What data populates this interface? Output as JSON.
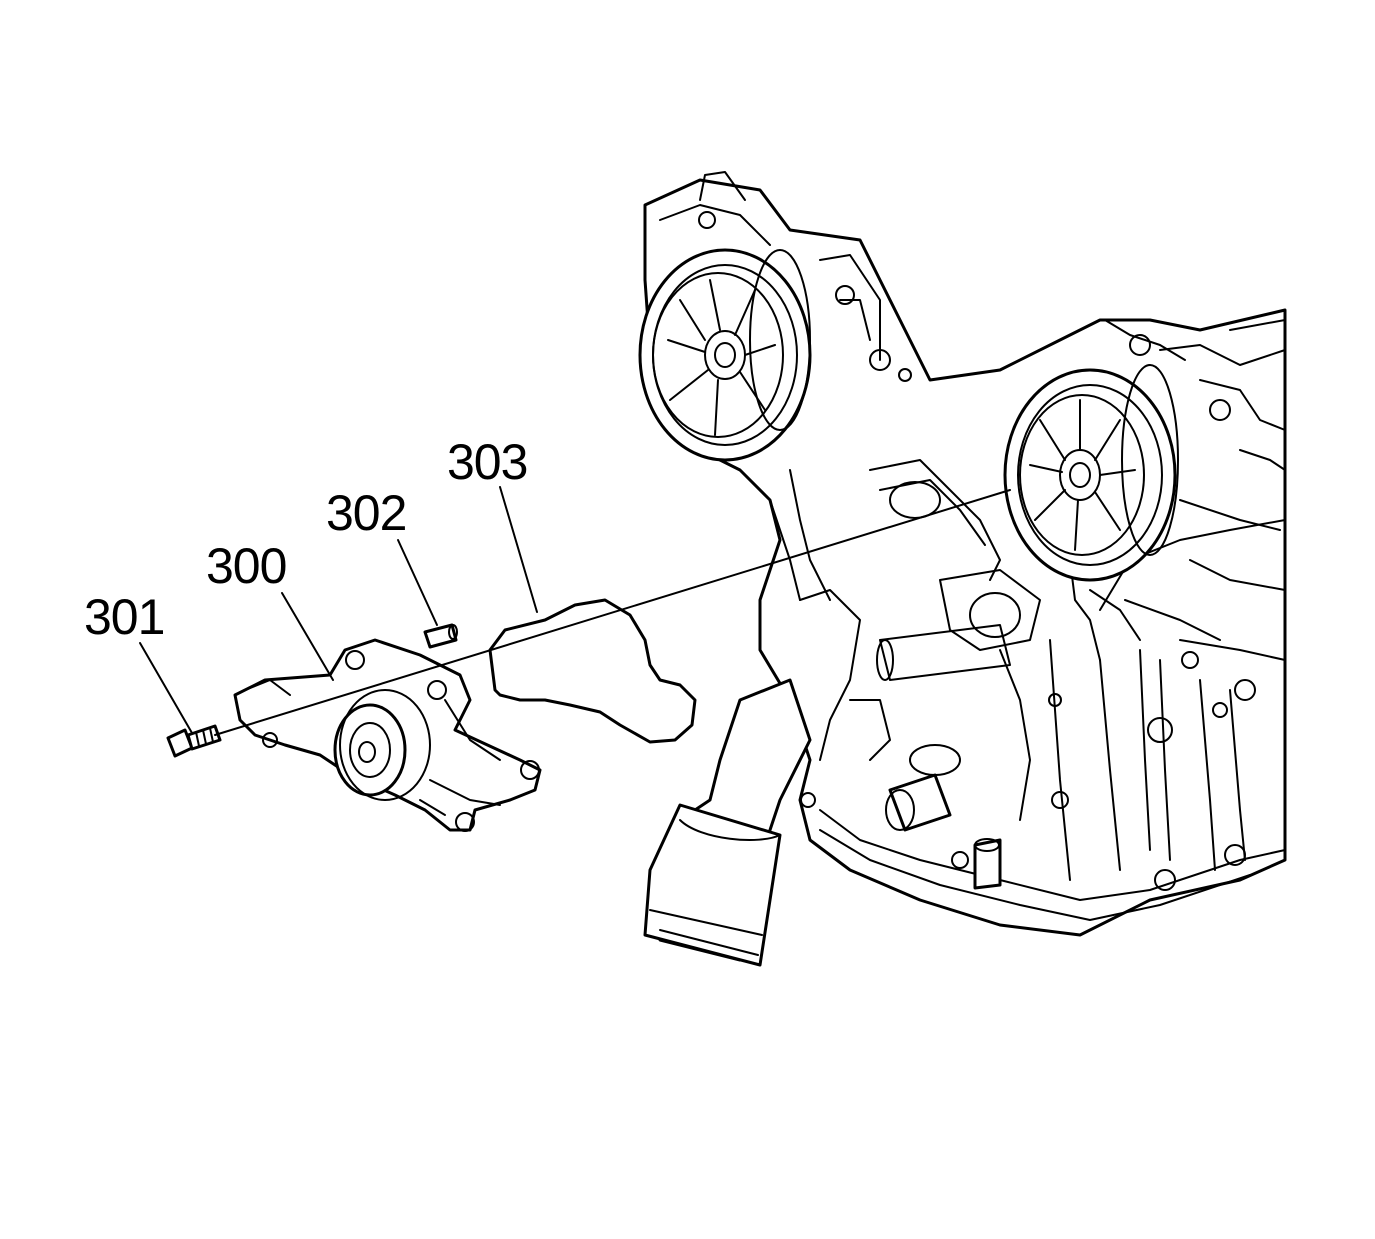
{
  "diagram": {
    "callouts": [
      {
        "id": "301",
        "label": "301"
      },
      {
        "id": "300",
        "label": "300"
      },
      {
        "id": "302",
        "label": "302"
      },
      {
        "id": "303",
        "label": "303"
      }
    ]
  }
}
